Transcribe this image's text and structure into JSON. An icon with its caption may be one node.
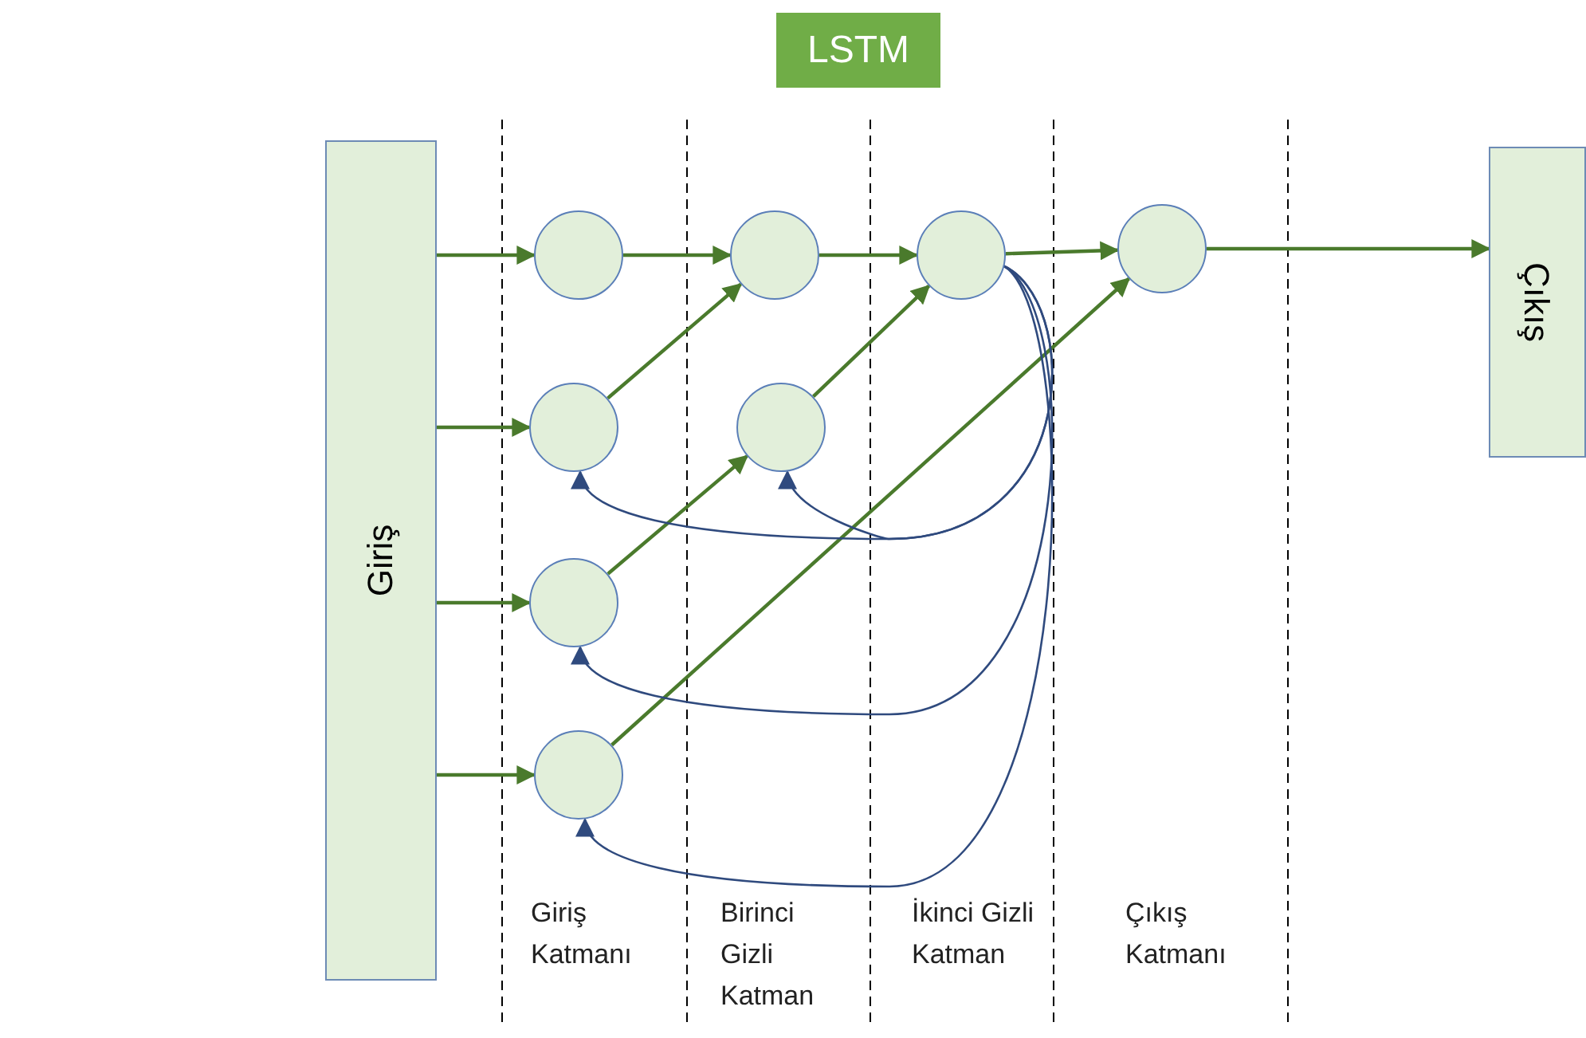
{
  "diagram": {
    "title": "LSTM",
    "nodes": [
      {
        "text": [
          "Giriş"
        ]
      },
      {
        "text": [
          "Çıkış"
        ]
      },
      {
        "text": [],
        "shape": "circle"
      },
      {
        "text": [],
        "shape": "circle"
      },
      {
        "text": [],
        "shape": "circle"
      },
      {
        "text": [],
        "shape": "circle"
      },
      {
        "text": [],
        "shape": "circle"
      },
      {
        "text": [],
        "shape": "circle"
      },
      {
        "text": [],
        "shape": "circle"
      },
      {
        "text": [],
        "shape": "circle"
      }
    ],
    "edges": [
      {
        "from": 0,
        "to": 2,
        "arrow": "to"
      },
      {
        "from": 0,
        "to": 3,
        "arrow": "to"
      },
      {
        "from": 0,
        "to": 4,
        "arrow": "to"
      },
      {
        "from": 0,
        "to": 5,
        "arrow": "to"
      },
      {
        "from": 2,
        "to": 6,
        "arrow": "to"
      },
      {
        "from": 3,
        "to": 6,
        "arrow": "to"
      },
      {
        "from": 4,
        "to": 7,
        "arrow": "to"
      },
      {
        "from": 5,
        "to": 9,
        "arrow": "to"
      },
      {
        "from": 6,
        "to": 8,
        "arrow": "to"
      },
      {
        "from": 7,
        "to": 8,
        "arrow": "to"
      },
      {
        "from": 8,
        "to": 9,
        "arrow": "to"
      },
      {
        "from": 9,
        "to": 1,
        "arrow": "to"
      },
      {
        "from": 8,
        "to": 3,
        "arrow": "to",
        "color": "#2f4a7e"
      },
      {
        "from": 8,
        "to": 7,
        "arrow": "to",
        "color": "#2f4a7e"
      },
      {
        "from": 8,
        "to": 4,
        "arrow": "to",
        "color": "#2f4a7e"
      },
      {
        "from": 8,
        "to": 5,
        "arrow": "to",
        "color": "#2f4a7e"
      }
    ],
    "labels": [
      "Giriş Katmanı",
      "Birinci Gizli Katman",
      "İkinci Gizli Katman",
      "Çıkış Katmanı"
    ]
  }
}
